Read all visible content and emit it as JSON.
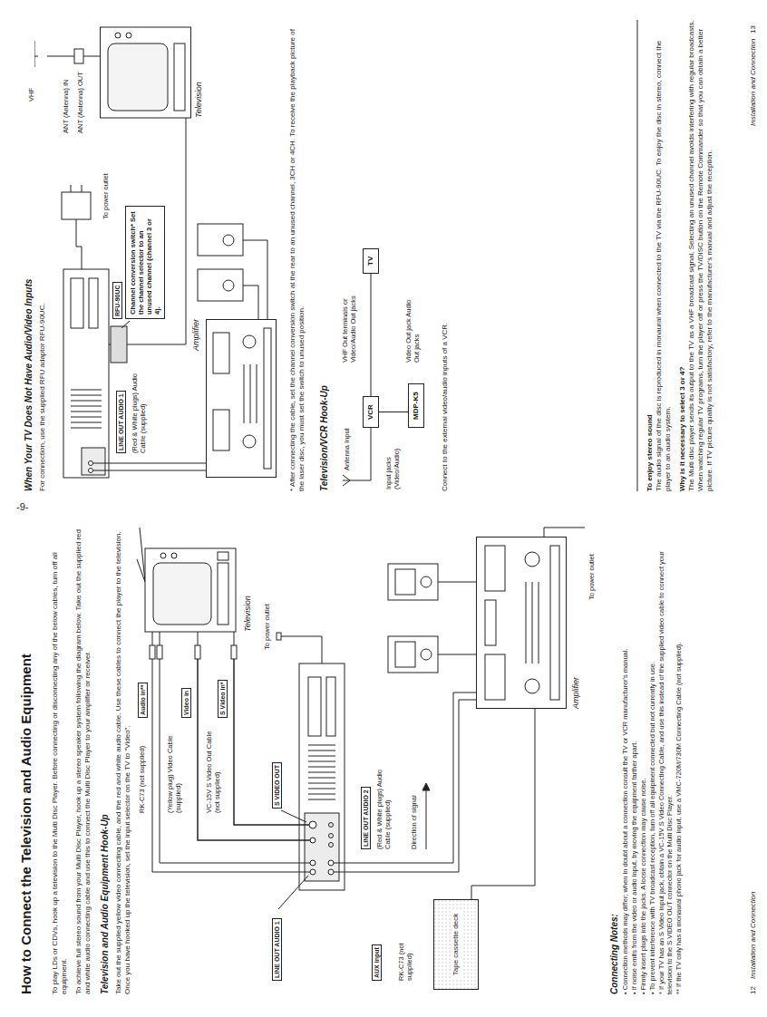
{
  "diagram": {
    "title": "How to Connect the Television and Audio Equipment",
    "nodes": [
      {
        "text": [
          "Tape cassette deck"
        ]
      },
      {
        "text": [
          "Television"
        ]
      },
      {
        "text": [
          "Amplifier"
        ]
      },
      {
        "text": [
          "Amplifier"
        ]
      },
      {
        "text": [
          "Television"
        ]
      },
      {
        "text": [
          "Channel conversion switch* Set the channel selector to an unused channel (channel 3 or 4)."
        ]
      },
      {
        "text": [
          "VCR"
        ]
      },
      {
        "text": [
          "TV"
        ]
      },
      {
        "text": [
          "MDP-K5"
        ]
      }
    ],
    "edges": [
      {
        "from": 6,
        "to": 7,
        "arrow": "none"
      },
      {
        "from": 8,
        "to": 6,
        "arrow": "none"
      }
    ],
    "labels": [
      "To play LDs or CDVs, hook up a television to the Multi Disc Player. Before connecting or disconnecting any of the below cables, turn off all equipment.",
      "To achieve full stereo sound from your Multi Disc Player, hook up a stereo speaker system following the diagram below. Take out the supplied red and white audio connecting cable and use this to connect the Multi Disc Player to your amplifier or receiver.",
      "Television and Audio Equipment Hook-Up",
      "Take out the supplied yellow video connecting cable, and the red and white audio cable. Use these cables to connect the player to the television. Once you have hooked up the television, set the input selector on the TV to \"Video\".",
      "RK-C73 (not supplied)",
      "Audio in**",
      "(Yellow plug) Video Cable (supplied)",
      "Video in",
      "VC-15V S Video Out Cable (not supplied)",
      "S Video in*",
      "LINE OUT AUDIO 1",
      "S VIDEO OUT",
      "To power outlet",
      "AUX input",
      "LINE OUT AUDIO 2",
      "(Red & White plugs) Audio Cable (supplied)",
      "Direction of signal",
      "RK-C73 (not supplied)",
      "To power outlet",
      "Connecting Notes:",
      "• Connection methods may differ; when in doubt about a connection consult the TV or VCR manufacturer's manual.",
      "• If noise emits from the video or audio input, try moving the equipment farther apart.",
      "• Firmly insert plugs into the jacks. A loose connection may cause noise.",
      "• To prevent interference with TV broadcast reception, turn off all equipment connected but not currently in use.",
      "* If your TV has an S Video Input jack, obtain a VC-15V S Video Connecting Cable, and use this instead of the supplied video cable to connect your television to the S VIDEO OUT connector on the Multi Disc Player.",
      "** If the TV only has a monaural phono jack for audio input, use a VMC-720M/730M Connecting Cable (not supplied).",
      "12",
      "Installation and Connection",
      "-9-",
      "When Your TV Does Not Have Audio/Video Inputs",
      "For connection, use the supplied RFU adaptor RFU-90UC.",
      "LINE OUT AUDIO 1",
      "(Red & White plugs) Audio Cable (supplied)",
      "RFU-90UC",
      "To power outlet",
      "VHF",
      "ANT (Antenna) IN",
      "ANT (Antenna) OUT",
      "* After connecting the cable, set the channel conversion switch at the rear to an unused channel, 3CH or 4CH. To receive the playback picture of the laser disc, you must set the switch to unused position.",
      "Television/VCR Hook-Up",
      "Antenna Input",
      "VHF Out terminals or Video/Audio Out jacks",
      "Input jacks (Video/Audio)",
      "Video Out jack Audio Out jacks",
      "Connect to the external video/audio inputs of a VCR.",
      "To enjoy stereo sound",
      "The audio signal of the disc is reproduced in monaural when connected to the TV via the RFU-90UC. To enjoy the disc in stereo, connect the player to an audio system.",
      "Why is it necessary to select 3 or 4?",
      "The Multi disc player sends its output to the TV as a VHF broadcast signal. Selecting an unused channel avoids interfering with regular broadcasts. When watching regular TV programs, turn the player off or press the TV/DISC button on the Remote Commander so that you can obtain a better picture. If TV picture quality is not satisfactory, refer to the manufacturer's manual and adjust the reception.",
      "Installation and Connection",
      "13"
    ]
  }
}
